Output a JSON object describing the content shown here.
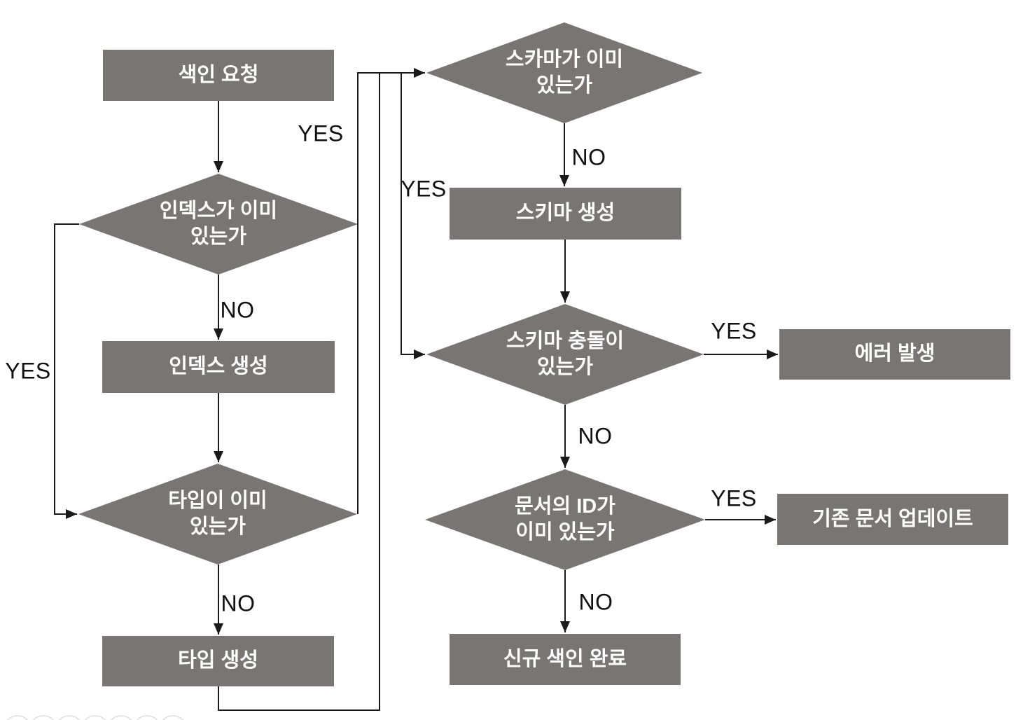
{
  "diagram": {
    "nodes": {
      "index_request": {
        "type": "process",
        "label": "색인 요청"
      },
      "index_exists": {
        "type": "decision",
        "label_line1": "인덱스가 이미",
        "label_line2": "있는가"
      },
      "create_index": {
        "type": "process",
        "label": "인덱스 생성"
      },
      "type_exists": {
        "type": "decision",
        "label_line1": "타입이 이미",
        "label_line2": "있는가"
      },
      "create_type": {
        "type": "process",
        "label": "타입 생성"
      },
      "schema_exists": {
        "type": "decision",
        "label_line1": "스카마가 이미",
        "label_line2": "있는가"
      },
      "create_schema": {
        "type": "process",
        "label": "스키마 생성"
      },
      "schema_conflict": {
        "type": "decision",
        "label_line1": "스키마 충돌이",
        "label_line2": "있는가"
      },
      "error": {
        "type": "process",
        "label": "에러 발생"
      },
      "doc_id_exists": {
        "type": "decision",
        "label_line1": "문서의 ID가",
        "label_line2": "이미 있는가"
      },
      "update_doc": {
        "type": "process",
        "label": "기존 문서 업데이트"
      },
      "complete": {
        "type": "process",
        "label": "신규 색인 완료"
      }
    },
    "edge_labels": {
      "index_yes": "YES",
      "index_no": "NO",
      "type_yes": "YES",
      "type_no": "NO",
      "schema_yes": "YES",
      "schema_no": "NO",
      "conflict_yes": "YES",
      "conflict_no": "NO",
      "docid_yes": "YES",
      "docid_no": "NO"
    },
    "colors": {
      "node_fill": "#7a7575",
      "node_text": "#ffffff",
      "line": "#1a1a1a",
      "label_text": "#111111"
    }
  }
}
